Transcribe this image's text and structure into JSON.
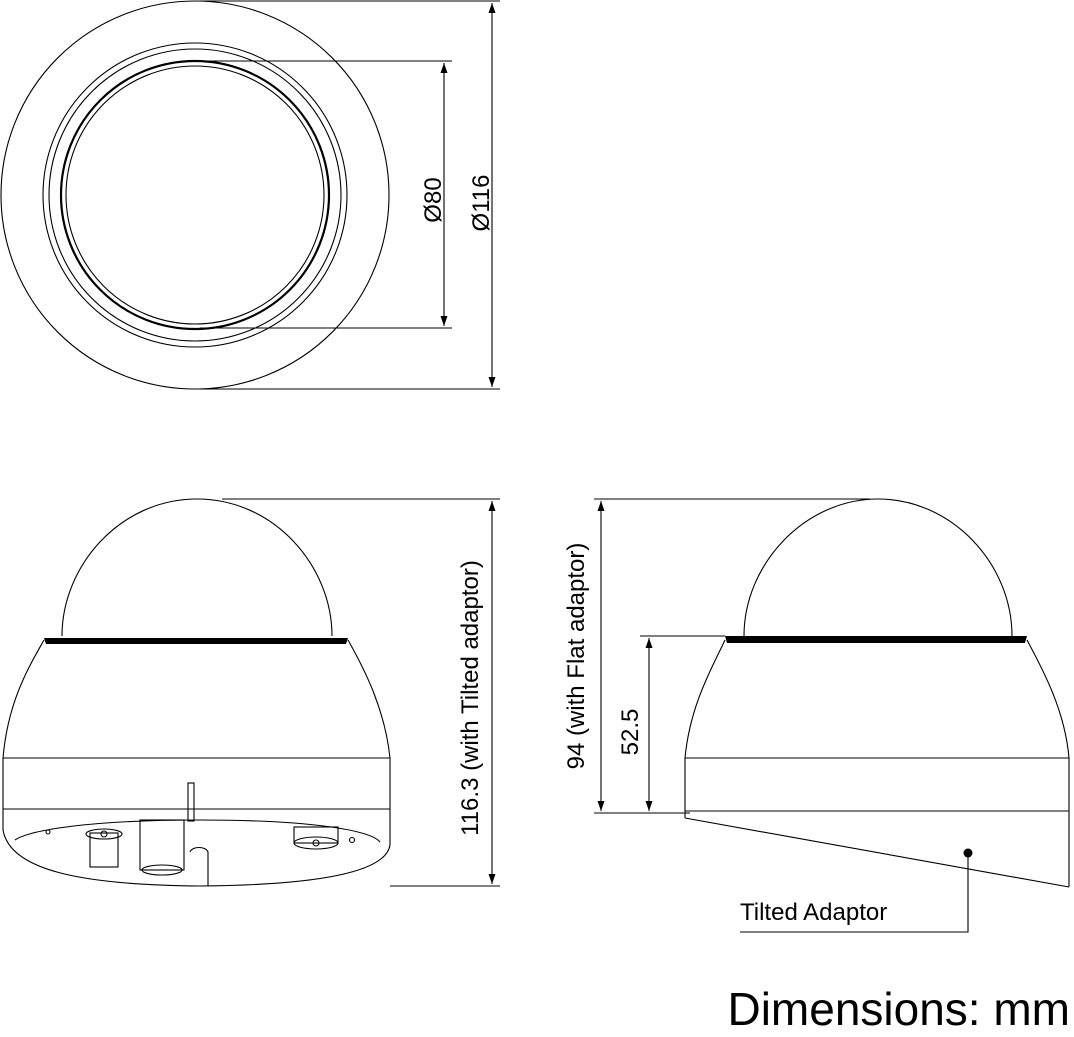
{
  "top_view": {
    "inner_diameter_label": "Ø80",
    "outer_diameter_label": "Ø116"
  },
  "side_view_tilted": {
    "height_label": "116.3 (with Tilted adaptor)"
  },
  "side_view_flat": {
    "height_label": "94  (with Flat adaptor)",
    "base_height_label": "52.5",
    "callout_label": "Tilted Adaptor"
  },
  "units_label": "Dimensions: mm"
}
